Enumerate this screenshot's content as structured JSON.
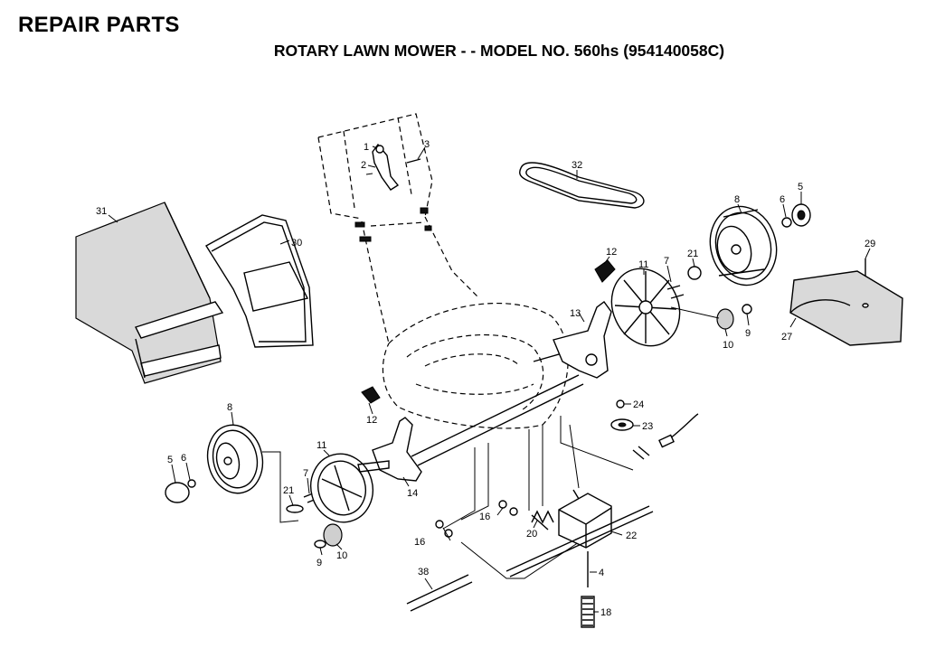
{
  "header": {
    "title": "REPAIR PARTS",
    "subtitle": "ROTARY LAWN MOWER - - MODEL NO. 560hs (954140058C)"
  },
  "parts": [
    {
      "id": "p1",
      "label": "1"
    },
    {
      "id": "p2",
      "label": "2"
    },
    {
      "id": "p3",
      "label": "3"
    },
    {
      "id": "p32",
      "label": "32"
    },
    {
      "id": "p8a",
      "label": "8"
    },
    {
      "id": "p6a",
      "label": "6"
    },
    {
      "id": "p5a",
      "label": "5"
    },
    {
      "id": "p31",
      "label": "31"
    },
    {
      "id": "p30",
      "label": "30"
    },
    {
      "id": "p12a",
      "label": "12"
    },
    {
      "id": "p11a",
      "label": "11"
    },
    {
      "id": "p7a",
      "label": "7"
    },
    {
      "id": "p21a",
      "label": "21"
    },
    {
      "id": "p29",
      "label": "29"
    },
    {
      "id": "p13",
      "label": "13"
    },
    {
      "id": "p10a",
      "label": "10"
    },
    {
      "id": "p9a",
      "label": "9"
    },
    {
      "id": "p27",
      "label": "27"
    },
    {
      "id": "p24",
      "label": "24"
    },
    {
      "id": "p23",
      "label": "23"
    },
    {
      "id": "p12b",
      "label": "12"
    },
    {
      "id": "p8b",
      "label": "8"
    },
    {
      "id": "p11b",
      "label": "11"
    },
    {
      "id": "p5b",
      "label": "5"
    },
    {
      "id": "p6b",
      "label": "6"
    },
    {
      "id": "p7b",
      "label": "7"
    },
    {
      "id": "p14",
      "label": "14"
    },
    {
      "id": "p21b",
      "label": "21"
    },
    {
      "id": "p16a",
      "label": "16"
    },
    {
      "id": "p16b",
      "label": "16"
    },
    {
      "id": "p20",
      "label": "20"
    },
    {
      "id": "p22",
      "label": "22"
    },
    {
      "id": "p9b",
      "label": "9"
    },
    {
      "id": "p10b",
      "label": "10"
    },
    {
      "id": "p4",
      "label": "4"
    },
    {
      "id": "p38",
      "label": "38"
    },
    {
      "id": "p18",
      "label": "18"
    }
  ]
}
